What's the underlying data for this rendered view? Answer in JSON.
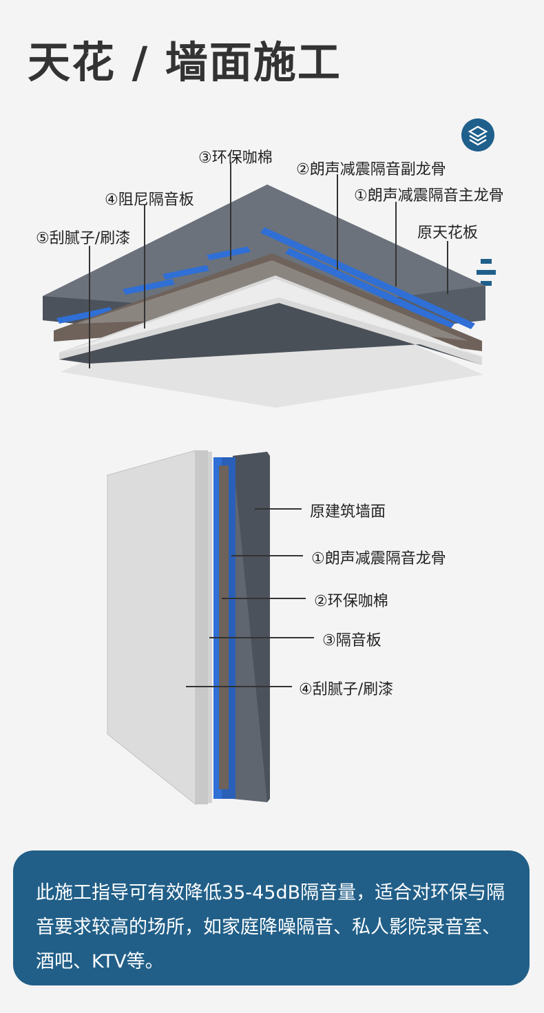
{
  "title": "天花 / 墙面施工",
  "ceiling_labels": {
    "l3": "③环保咖棉",
    "l2": "②朗声减震隔音副龙骨",
    "l4": "④阻尼隔音板",
    "l1": "①朗声减震隔音主龙骨",
    "orig": "原天花板",
    "l5": "⑤刮腻子/刷漆"
  },
  "wall_labels": {
    "orig": "原建筑墙面",
    "l1": "①朗声减震隔音龙骨",
    "l2": "②环保咖棉",
    "l3": "③隔音板",
    "l4": "④刮腻子/刷漆"
  },
  "info_text": "此施工指导可有效降低35-45dB隔音量，适合对环保与隔音要求较高的场所，如家庭降噪隔音、私人影院录音室、酒吧、KTV等。",
  "icons": {
    "layers": "layers-icon",
    "menu": "menu-icon"
  },
  "colors": {
    "accent": "#215f88",
    "keel_blue": "#2f6fd6",
    "slab_gray": "#5f6670"
  }
}
